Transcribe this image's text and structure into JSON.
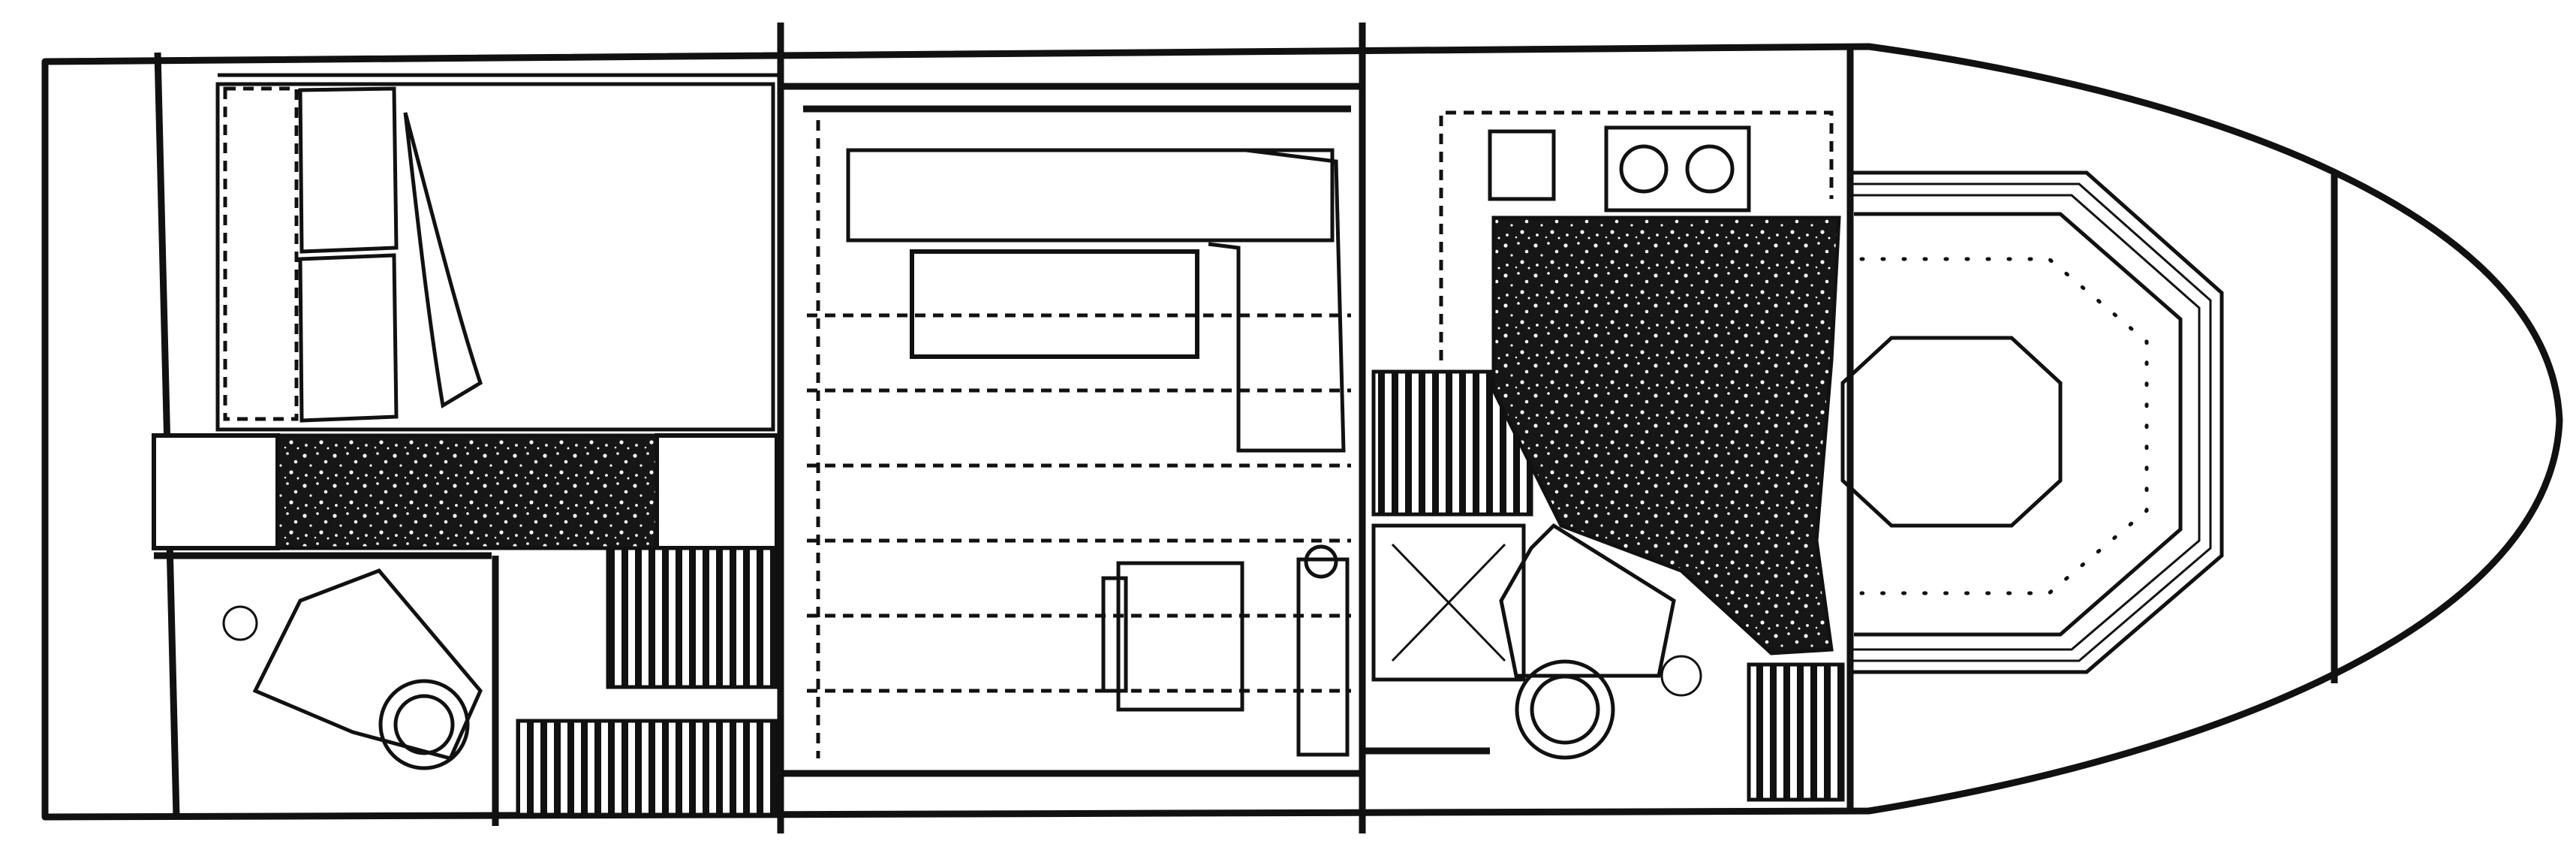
{
  "diagram": {
    "kind": "boat-interior-floor-plan",
    "orientation": "bow-right",
    "colors": {
      "line": "#111111",
      "background": "#ffffff"
    },
    "areas": [
      "aft-stateroom",
      "aft-head",
      "salon",
      "galley",
      "forward-head",
      "v-berth",
      "anchor-locker"
    ]
  }
}
